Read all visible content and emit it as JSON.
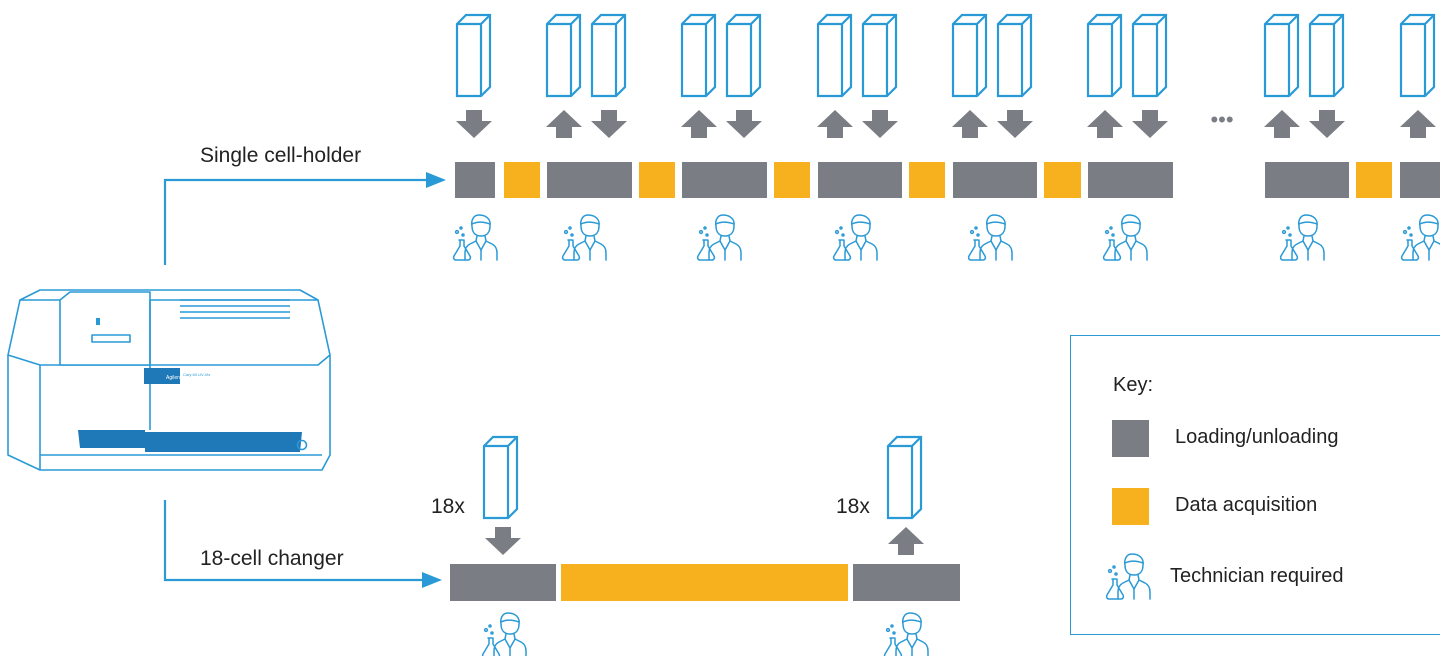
{
  "diagram": {
    "single_path_label": "Single cell-holder",
    "changer_path_label": "18-cell changer",
    "changer_multiplier_load": "18x",
    "changer_multiplier_unload": "18x",
    "ellipsis": "•••",
    "instrument_brand": "Agilent",
    "instrument_model": "Cary 60 UV-Vis",
    "colors": {
      "loading": "#7a7d83",
      "acquisition": "#f7b11e",
      "accent": "#2a9ad6",
      "text": "#222222"
    },
    "icons": {
      "cuvette": "cuvette-icon",
      "technician": "technician-icon",
      "arrow_down": "arrow-down-icon",
      "arrow_up": "arrow-up-icon"
    }
  },
  "key": {
    "title": "Key:",
    "items": [
      {
        "swatch": "loading",
        "label": "Loading/unloading"
      },
      {
        "swatch": "acquisition",
        "label": "Data acquisition"
      },
      {
        "swatch": "technician",
        "label": "Technician required"
      }
    ]
  }
}
